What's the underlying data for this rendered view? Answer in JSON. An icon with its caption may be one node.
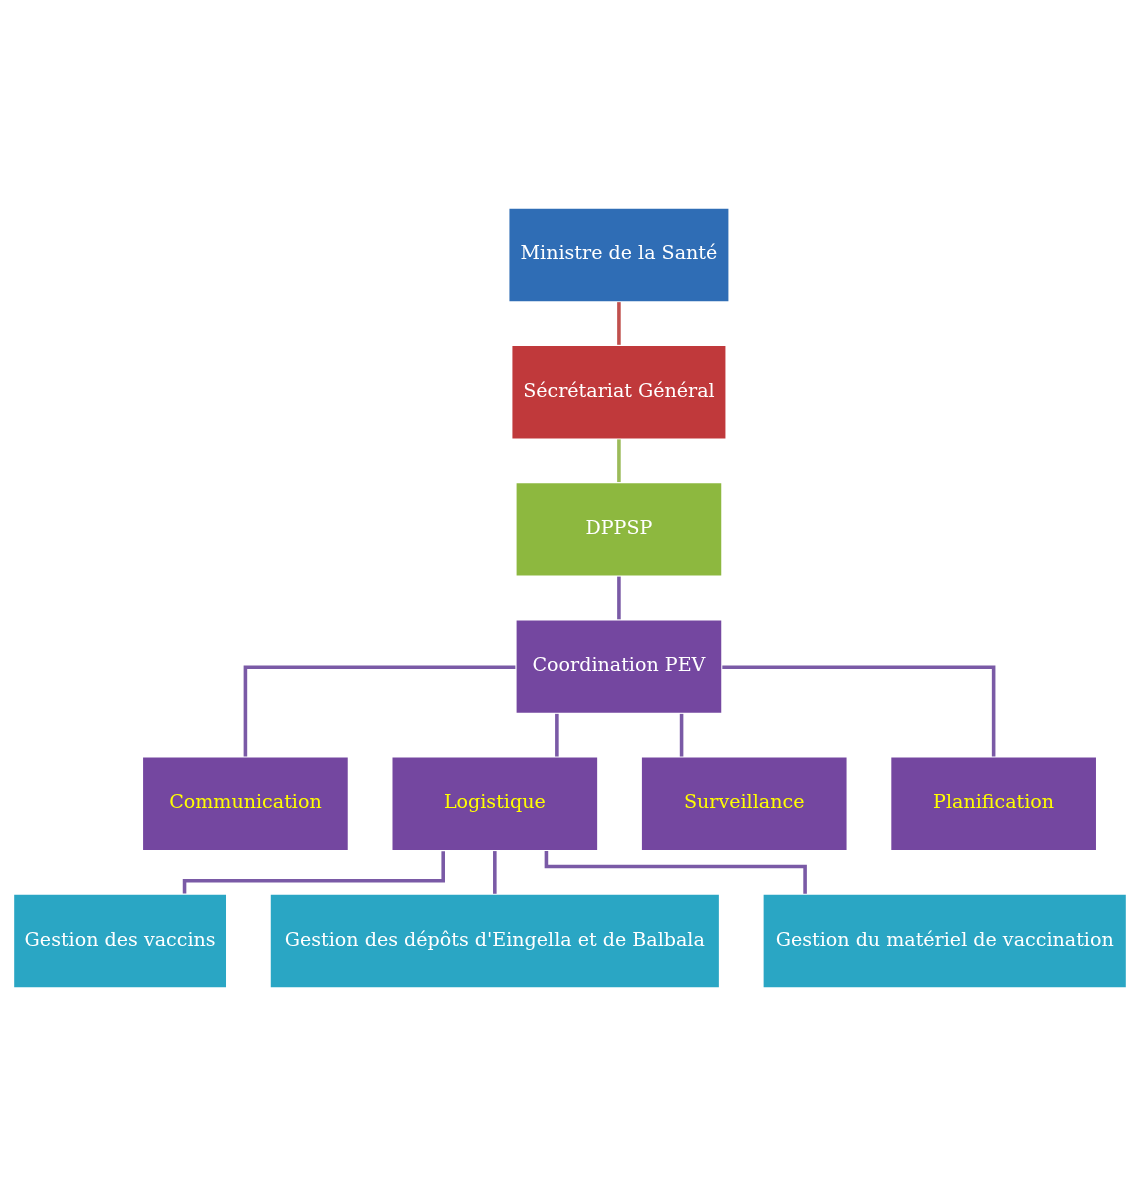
{
  "diagram": {
    "nodes": [
      {
        "text": [
          "Ministre de la Santé"
        ]
      },
      {
        "text": [
          "Sécrétariat Général"
        ]
      },
      {
        "text": [
          "DPPSP"
        ]
      },
      {
        "text": [
          "Coordination PEV"
        ]
      },
      {
        "text": [
          "Communication"
        ]
      },
      {
        "text": [
          "Logistique"
        ]
      },
      {
        "text": [
          "Surveillance"
        ]
      },
      {
        "text": [
          "Planification"
        ]
      },
      {
        "text": [
          "Gestion des vaccins"
        ]
      },
      {
        "text": [
          "Gestion des dépôts d'Eingella et de Balbala"
        ]
      },
      {
        "text": [
          "Gestion du matériel de vaccination"
        ]
      }
    ],
    "edges": [
      {
        "from": 0,
        "to": 1,
        "arrow": "none",
        "color": "#c0504d"
      },
      {
        "from": 1,
        "to": 2,
        "arrow": "none",
        "color": "#9bbb59"
      },
      {
        "from": 2,
        "to": 3,
        "arrow": "none"
      },
      {
        "from": 3,
        "to": 4,
        "arrow": "none"
      },
      {
        "from": 3,
        "to": 5,
        "arrow": "none"
      },
      {
        "from": 3,
        "to": 6,
        "arrow": "none"
      },
      {
        "from": 3,
        "to": 7,
        "arrow": "none"
      },
      {
        "from": 5,
        "to": 8,
        "arrow": "none"
      },
      {
        "from": 5,
        "to": 9,
        "arrow": "none"
      },
      {
        "from": 5,
        "to": 10,
        "arrow": "none"
      }
    ]
  }
}
